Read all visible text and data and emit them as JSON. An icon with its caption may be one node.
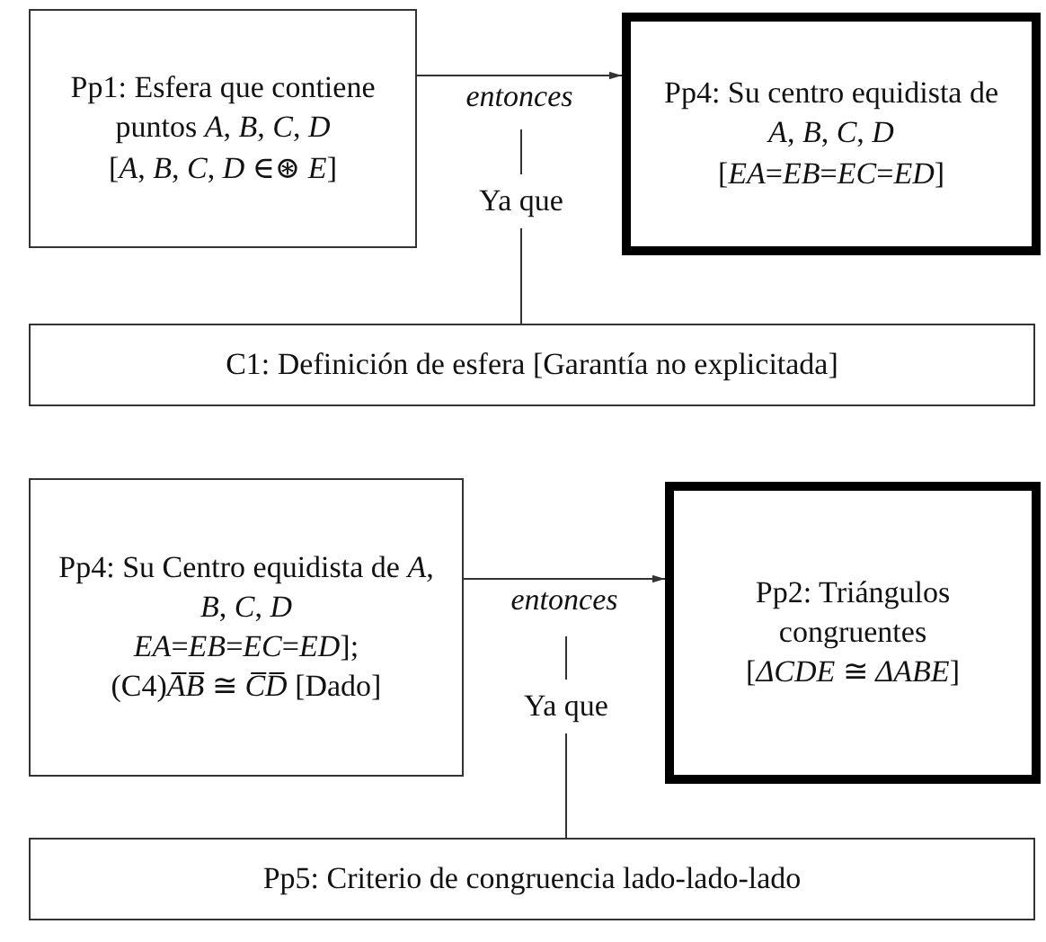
{
  "diagram": {
    "nodes": [
      {
        "text": [
          "Pp1: Esfera que contiene puntos *A*, *B*, *C*, *D*",
          "[*A*, *B*, *C*, *D* ∈⊛ *E*]"
        ]
      },
      {
        "text": [
          "Pp4: Su centro equidista de *A*, *B*, *C*, *D*",
          "[*EA*=*EB*=*EC*=*ED*]"
        ]
      },
      {
        "text": [
          "Ya que"
        ]
      },
      {
        "text": [
          "C1: Definición de esfera [Garantía no explicitada]"
        ]
      },
      {
        "text": [
          "Pp4: Su Centro equidista de *A*, *B*, *C*, *D*",
          "*EA*=*EB*=*EC*=*ED*];",
          "(C4)*A̅B̅* ≅ *C̅D̅* [Dado]"
        ]
      },
      {
        "text": [
          "Pp2: Triángulos congruentes",
          "[*ΔCDE* ≅ *ΔABE*]"
        ]
      },
      {
        "text": [
          "Ya que"
        ]
      },
      {
        "text": [
          "Pp5: Criterio de congruencia lado-lado-lado"
        ]
      }
    ],
    "edges": [
      {
        "from": 0,
        "to": 1,
        "arrow": "to",
        "label": "entonces"
      },
      {
        "from": null,
        "to": 2,
        "arrow": "none"
      },
      {
        "from": 2,
        "to": 3,
        "arrow": "none"
      },
      {
        "from": 4,
        "to": 5,
        "arrow": "to",
        "label": "entonces"
      },
      {
        "from": null,
        "to": 6,
        "arrow": "none"
      },
      {
        "from": 6,
        "to": 7,
        "arrow": "none"
      }
    ]
  }
}
